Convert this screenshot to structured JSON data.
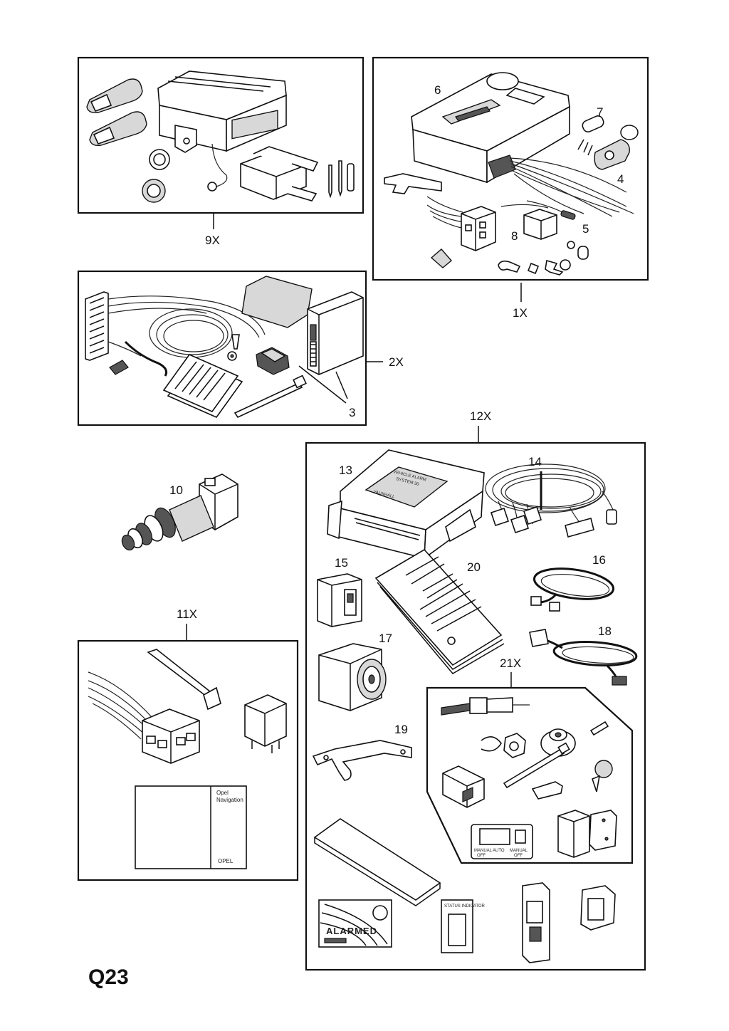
{
  "page_code": "Q23",
  "groups": {
    "g9x": {
      "label": "9X"
    },
    "g1x": {
      "label": "1X",
      "parts": {
        "p4": "4",
        "p5": "5",
        "p6": "6",
        "p7": "7",
        "p8": "8"
      }
    },
    "g2x": {
      "label": "2X",
      "parts": {
        "p3": "3"
      }
    },
    "p10": {
      "label": "10"
    },
    "g11x": {
      "label": "11X",
      "manual_title": "Opel\nNavigation",
      "manual_logo": "OPEL"
    },
    "g12x": {
      "label": "12X",
      "parts": {
        "p13": "13",
        "p14": "14",
        "p15": "15",
        "p16": "16",
        "p17": "17",
        "p18": "18",
        "p19": "19",
        "p20": "20"
      },
      "control_unit_print": {
        "line1": "VEHICLE ALARM",
        "line2": "SYSTEM 30",
        "brand": "VAUXHALL"
      },
      "card_print": "ALARMED",
      "status_card_print": "STATUS INDICATOR"
    },
    "g21x": {
      "label": "21X",
      "display_labels": [
        "MANUAL",
        "AUTO",
        "MANUAL"
      ],
      "display_sublabels": [
        "OFF",
        "",
        "OFF"
      ]
    }
  }
}
